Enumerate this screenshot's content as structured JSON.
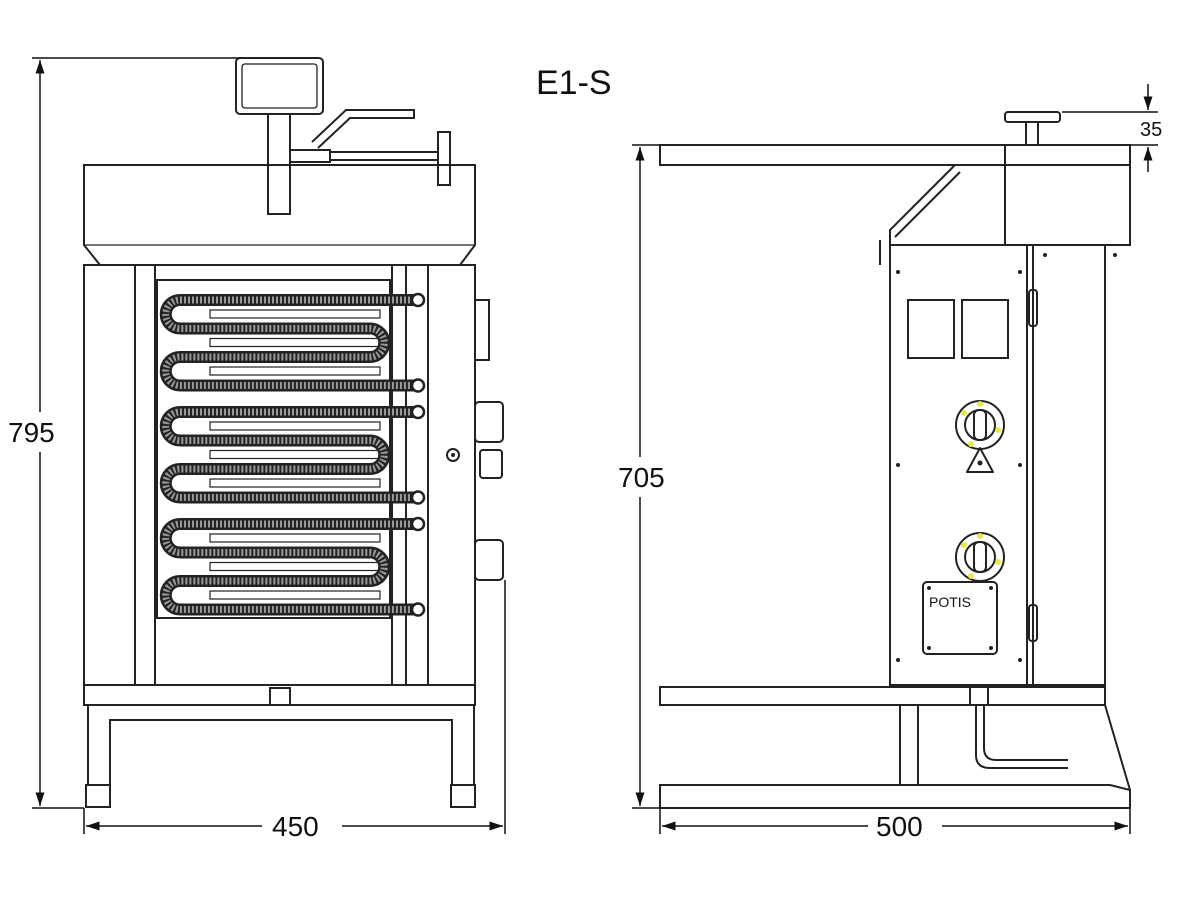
{
  "title": "E1-S",
  "front_view": {
    "height_label": "795",
    "width_label": "450"
  },
  "side_view": {
    "height_label": "705",
    "width_label": "500",
    "top_label": "35",
    "plate_label": "POTIS"
  },
  "colors": {
    "line": "#222222",
    "knob_marks": "#e8e84a"
  }
}
